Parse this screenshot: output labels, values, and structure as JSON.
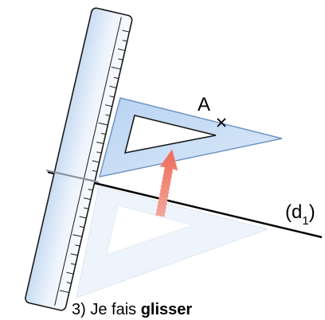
{
  "diagram": {
    "point_label": "A",
    "line_label_base": "(d",
    "line_label_sub": "1",
    "line_label_close": ")",
    "caption_prefix": "3)  Je fais ",
    "caption_bold": "glisser"
  }
}
